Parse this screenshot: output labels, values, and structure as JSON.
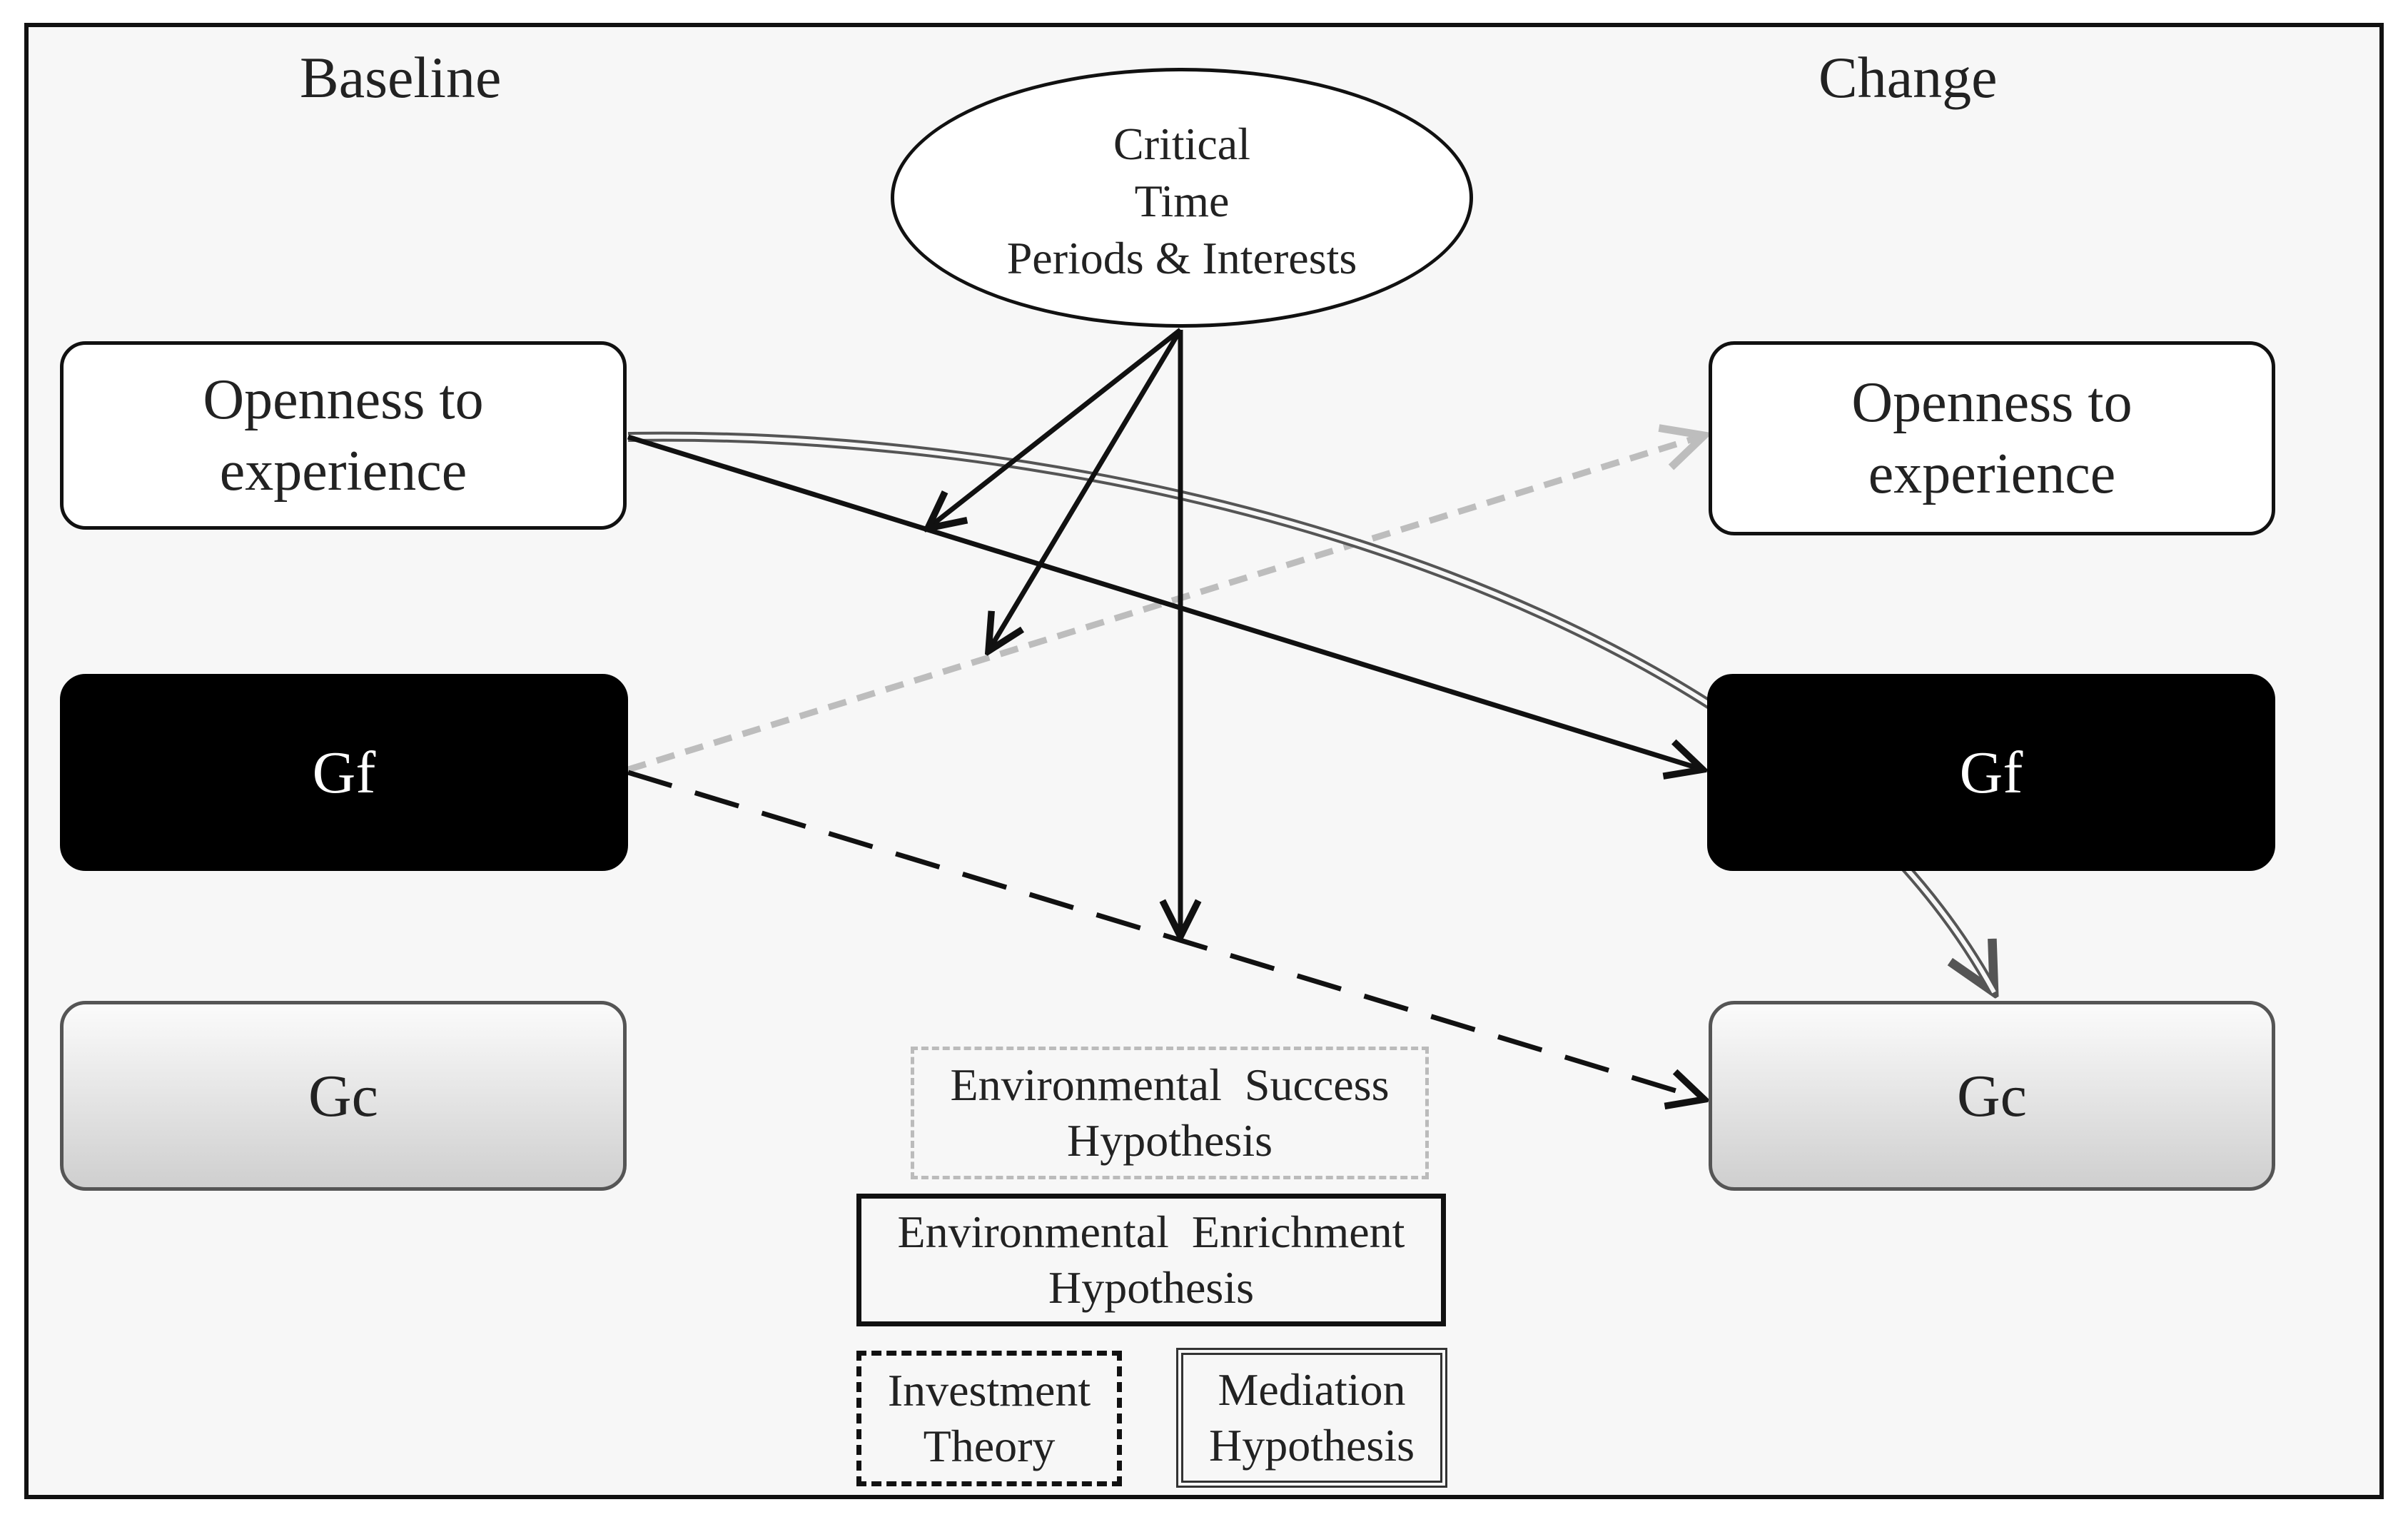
{
  "headers": {
    "baseline": "Baseline",
    "change": "Change"
  },
  "moderator": {
    "line1": "Critical",
    "line2": "Time",
    "line3": "Periods & Interests"
  },
  "baseline_nodes": {
    "openness": {
      "line1": "Openness to",
      "line2": "experience"
    },
    "gf": "Gf",
    "gc": "Gc"
  },
  "change_nodes": {
    "openness": {
      "line1": "Openness to",
      "line2": "experience"
    },
    "gf": "Gf",
    "gc": "Gc"
  },
  "legend": {
    "success": {
      "line1": "Environmental  Success",
      "line2": "Hypothesis"
    },
    "enrichment": {
      "line1": "Environmental  Enrichment",
      "line2": "Hypothesis"
    },
    "investment": {
      "line1": "Investment",
      "line2": "Theory"
    },
    "mediation": {
      "line1": "Mediation",
      "line2": "Hypothesis"
    }
  },
  "colors": {
    "success_line": "#bdbdbd",
    "enrichment_line": "#111111",
    "investment_line": "#111111",
    "mediation_line": "#555555"
  }
}
